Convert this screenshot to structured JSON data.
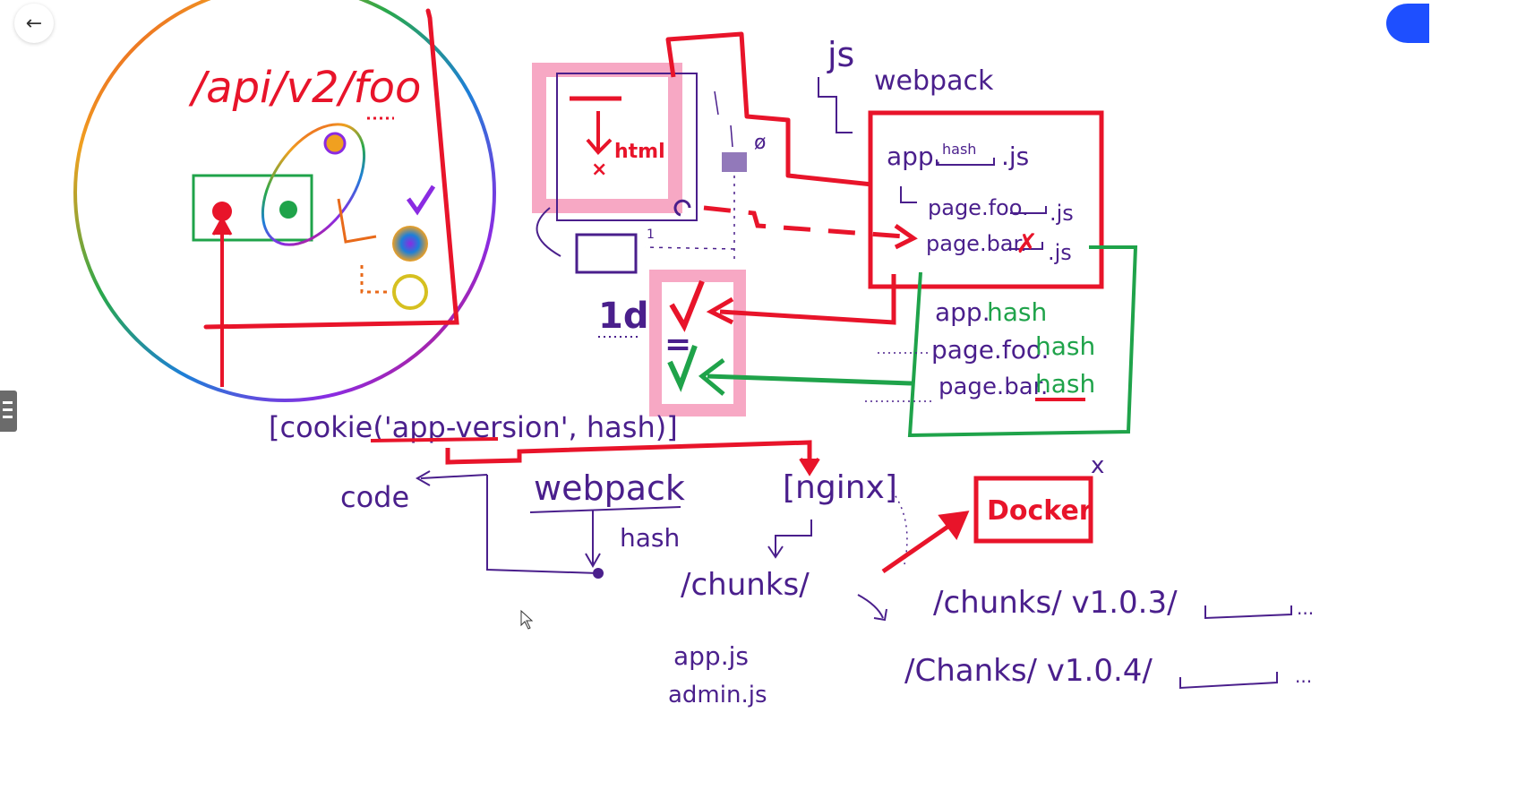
{
  "toolbar": {
    "back_icon": "arrow-left-icon",
    "back_glyph": "←",
    "user_icon": "user-avatar-icon",
    "panel_icon": "menu-lines-icon"
  },
  "colors": {
    "red": "#e8142a",
    "purple": "#4a1f8c",
    "green": "#1fa34a",
    "pink": "#f7a8c4",
    "orange": "#e86a1a",
    "accent_blue": "#1e4fff"
  },
  "diagram": {
    "api_path": "/api/v2/foo",
    "html_label": "html",
    "js_label": "js",
    "webpack_top": "webpack",
    "null_symbol": "ø",
    "arrow_index": "1",
    "bundle_files": {
      "app_prefix": "app.",
      "app_hash_small": "hash",
      "app_suffix": ".js",
      "page_foo": "page.foo.",
      "page_foo_suffix": ".js",
      "page_bar": "page.bar.",
      "page_bar_x": "✗",
      "page_bar_suffix": ".js"
    },
    "hash_box": {
      "app_prefix": "app.",
      "app_hash": "hash",
      "foo_prefix": "page.foo.",
      "foo_hash": "hash",
      "bar_prefix": "page.bar.",
      "bar_hash": "hash"
    },
    "one_d": "1d",
    "equals": "=",
    "cookie": "[cookie('app-version', hash)]",
    "code": "code",
    "webpack_bottom": "webpack",
    "hash_label": "hash",
    "nginx": "[nginx]",
    "docker": "Docker",
    "x_mark": "x",
    "chunks": "/chunks/",
    "chunks_v103": "/chunks/ v1.0.3/",
    "chunks_v104": "/Chanks/ v1.0.4/",
    "app_js": "app.js",
    "admin_js": "admin.js",
    "ellipsis": "..."
  }
}
